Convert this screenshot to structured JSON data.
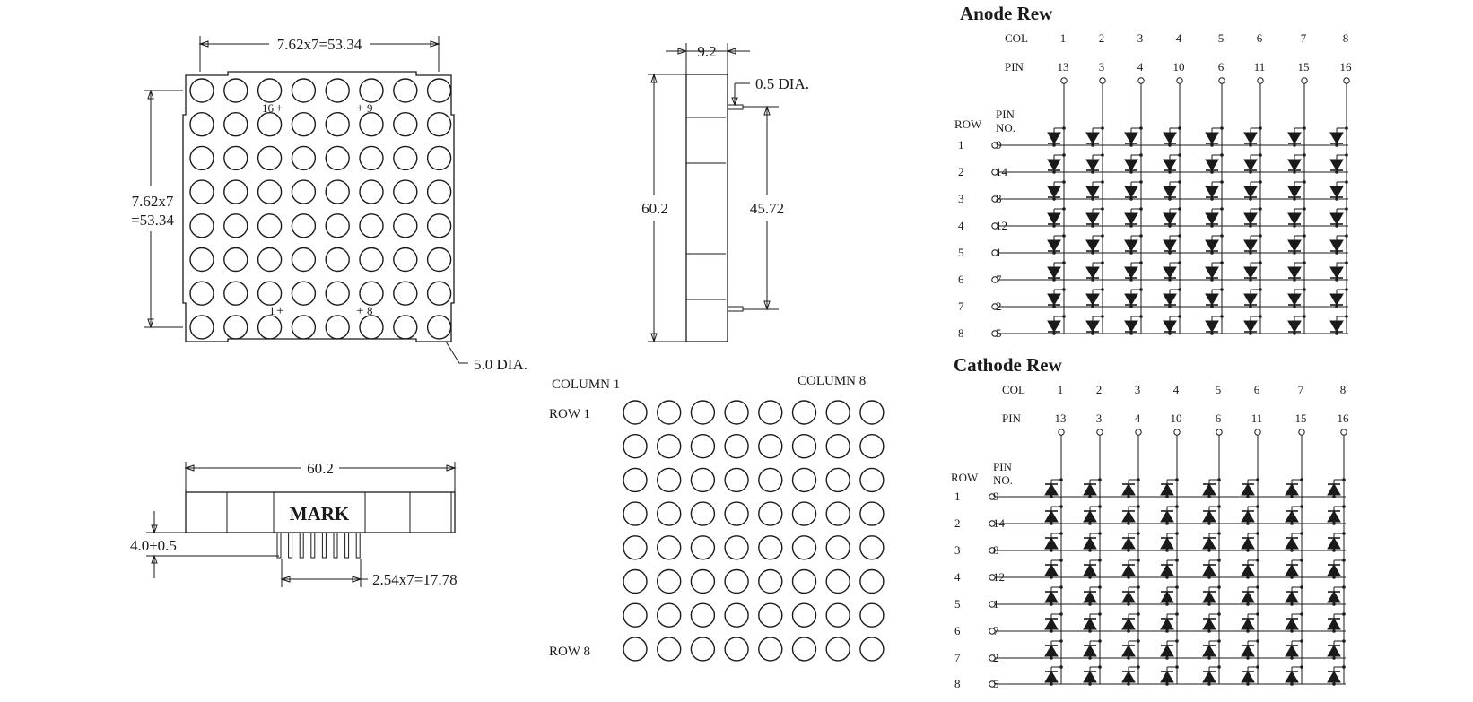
{
  "front_view": {
    "width_dim": "7.62x7=53.34",
    "height_dim_line1": "7.62x7",
    "height_dim_line2": "=53.34",
    "dot_dia": "5.0 DIA.",
    "pin_marks": [
      "16",
      "9",
      "1",
      "8"
    ]
  },
  "side_view": {
    "width_dim": "9.2",
    "pin_dia": "0.5 DIA.",
    "height_dim": "60.2",
    "pin_span_dim": "45.72"
  },
  "bottom_view": {
    "width_dim": "60.2",
    "mark_label": "MARK",
    "standoff_dim": "4.0±0.5",
    "pitch_dim": "2.54x7=17.78"
  },
  "matrix_view": {
    "column_first": "COLUMN  1",
    "column_last": "COLUMN  8",
    "row_first": "ROW  1",
    "row_last": "ROW  8"
  },
  "schematics": [
    {
      "title": "Anode Rew",
      "col_label": "COL",
      "pin_label": "PIN",
      "row_label": "ROW",
      "pin_no_label_line1": "PIN",
      "pin_no_label_line2": "NO.",
      "columns": [
        "1",
        "2",
        "3",
        "4",
        "5",
        "6",
        "7",
        "8"
      ],
      "column_pins": [
        "13",
        "3",
        "4",
        "10",
        "6",
        "11",
        "15",
        "16"
      ],
      "rows": [
        "1",
        "2",
        "3",
        "4",
        "5",
        "6",
        "7",
        "8"
      ],
      "row_pins": [
        "9",
        "14",
        "8",
        "12",
        "1",
        "7",
        "2",
        "5"
      ],
      "diode_direction": "down"
    },
    {
      "title": "Cathode Rew",
      "col_label": "COL",
      "pin_label": "PIN",
      "row_label": "ROW",
      "pin_no_label_line1": "PIN",
      "pin_no_label_line2": "NO.",
      "columns": [
        "1",
        "2",
        "3",
        "4",
        "5",
        "6",
        "7",
        "8"
      ],
      "column_pins": [
        "13",
        "3",
        "4",
        "10",
        "6",
        "11",
        "15",
        "16"
      ],
      "rows": [
        "1",
        "2",
        "3",
        "4",
        "5",
        "6",
        "7",
        "8"
      ],
      "row_pins": [
        "9",
        "14",
        "8",
        "12",
        "1",
        "7",
        "2",
        "5"
      ],
      "diode_direction": "up"
    }
  ]
}
